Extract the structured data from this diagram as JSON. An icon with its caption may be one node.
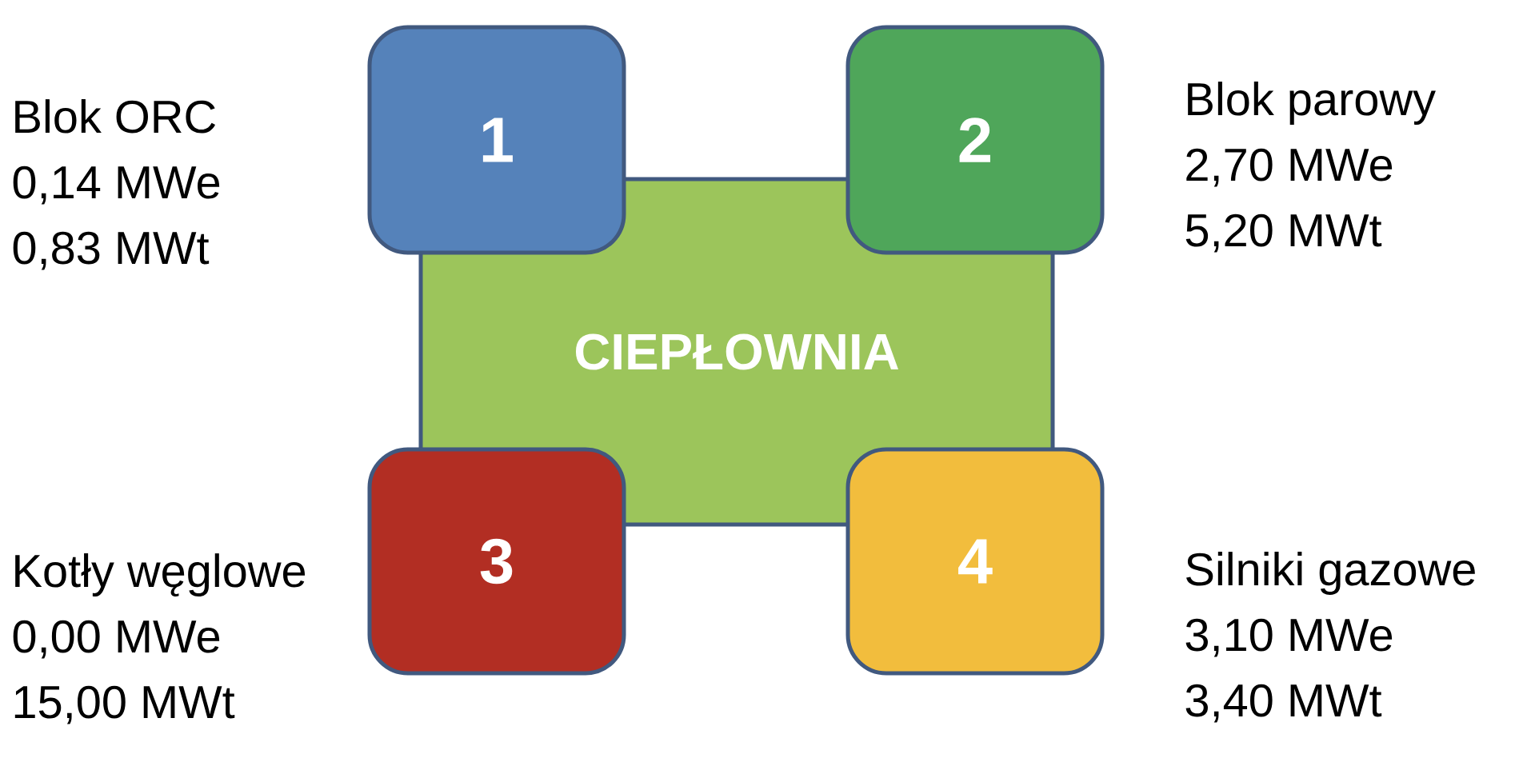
{
  "diagram": {
    "nodes": [
      {
        "text": [
          "1"
        ],
        "beside": [
          "Blok ORC",
          "0,14 MWe",
          "0,83 MWt"
        ]
      },
      {
        "text": [
          "2"
        ],
        "beside": [
          "Blok parowy",
          "2,70 MWe",
          "5,20 MWt"
        ]
      },
      {
        "text": [
          "CIEPŁOWNIA"
        ]
      },
      {
        "text": [
          "3"
        ],
        "beside": [
          "Kotły węglowe",
          "0,00 MWe",
          "15,00 MWt"
        ]
      },
      {
        "text": [
          "4"
        ],
        "beside": [
          "Silniki gazowe",
          "3,10 MWe",
          "3,40 MWt"
        ]
      }
    ]
  }
}
